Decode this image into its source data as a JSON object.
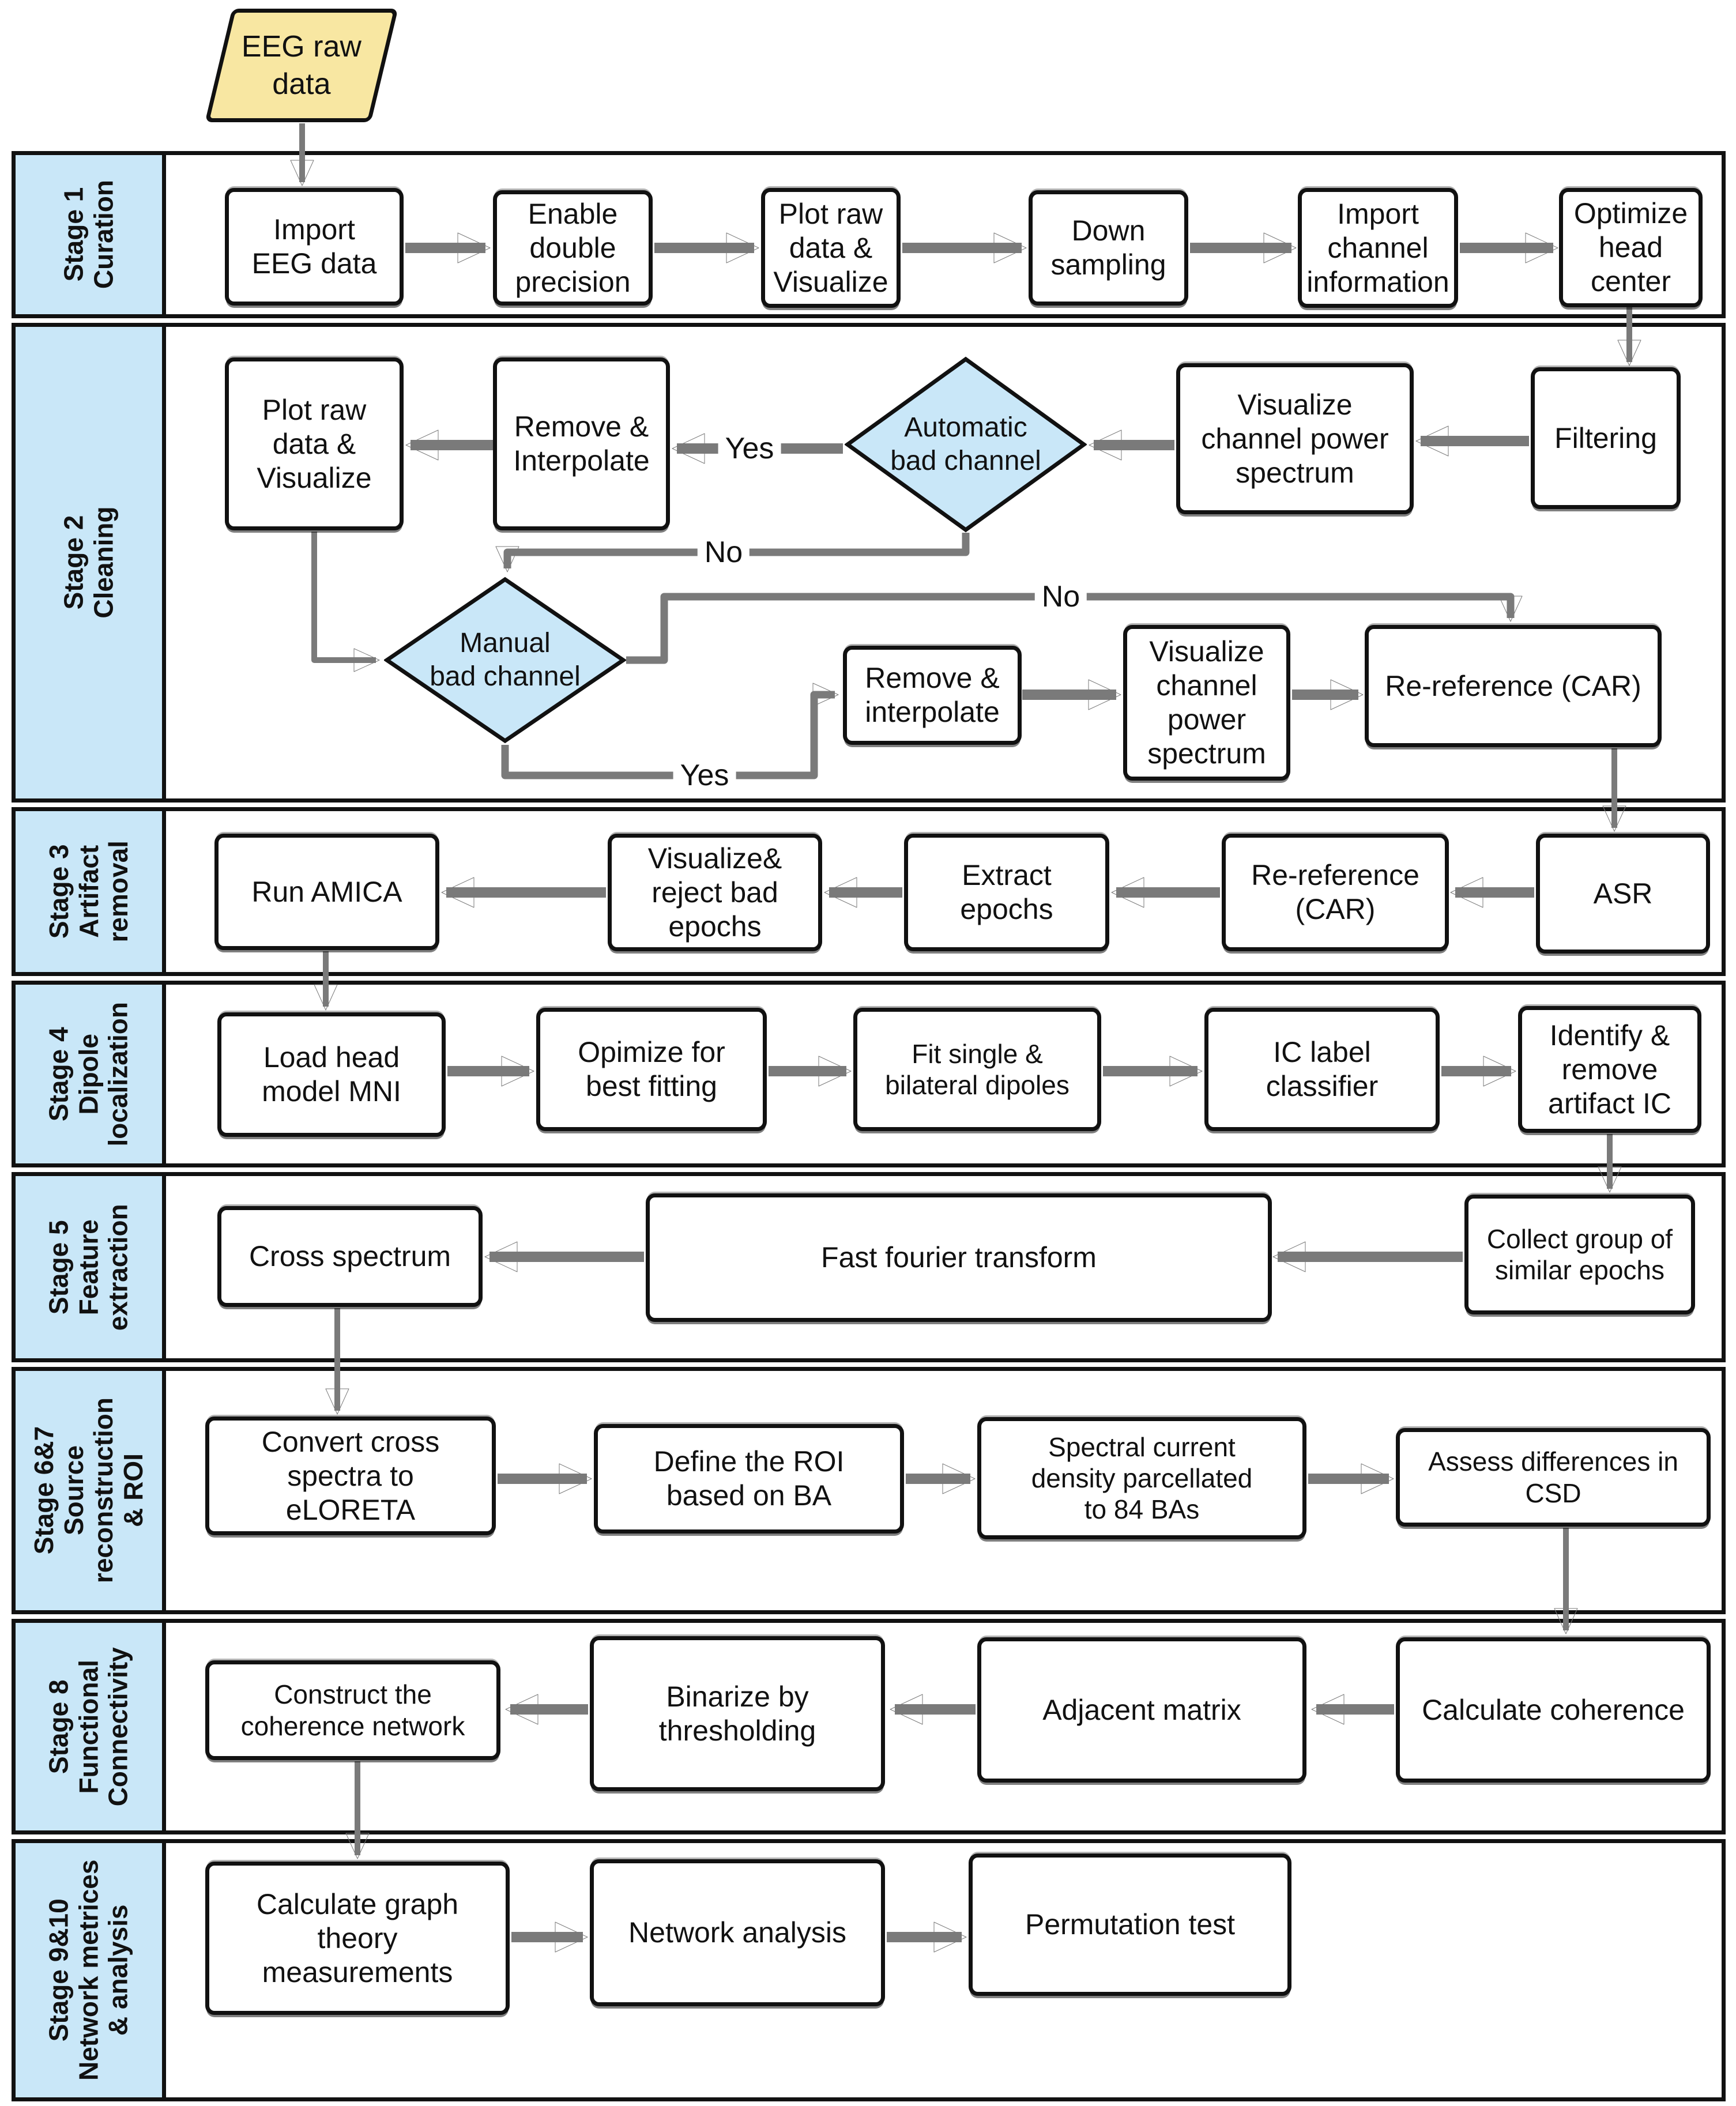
{
  "colors": {
    "stage_label_bg": "#c9e7f8",
    "decision_fill": "#c9e7f8",
    "start_fill": "#f8e7a2",
    "arrow": "#7a7a7a",
    "box_border": "#111111"
  },
  "start_node": {
    "label": "EEG raw\ndata"
  },
  "stage_labels": {
    "s1": "Stage 1\nCuration",
    "s2": "Stage 2\nCleaning",
    "s3": "Stage 3\nArtifact\nremoval",
    "s4": "Stage 4\nDipole\nlocalization",
    "s5": "Stage 5\nFeature\nextraction",
    "s67": "Stage 6&7\nSource\nreconstruction\n& ROI",
    "s8": "Stage 8\nFunctional\nConnectivity",
    "s910": "Stage 9&10\nNetwork metrices\n& analysis"
  },
  "nodes": {
    "import_eeg": "Import\nEEG data",
    "enable_double": "Enable\ndouble\nprecision",
    "plot_raw_1": "Plot raw\ndata &\nVisualize",
    "down_sampling": "Down\nsampling",
    "import_channel": "Import\nchannel\ninformation",
    "optimize_head": "Optimize\nhead\ncenter",
    "plot_raw_2": "Plot raw\ndata &\nVisualize",
    "remove_interpolate_1": "Remove &\nInterpolate",
    "automatic_bad": "Automatic\nbad channel",
    "vis_cps_1": "Visualize\nchannel power\nspectrum",
    "filtering": "Filtering",
    "manual_bad": "Manual\nbad channel",
    "remove_interpolate_2": "Remove &\ninterpolate",
    "vis_cps_2": "Visualize\nchannel\npower\nspectrum",
    "rereference_1": "Re-reference (CAR)",
    "run_amica": "Run AMICA",
    "vis_reject": "Visualize&\nreject bad\nepochs",
    "extract_epochs": "Extract\nepochs",
    "rereference_2": "Re-reference\n(CAR)",
    "asr": "ASR",
    "load_head": "Load head\nmodel MNI",
    "opimize_fitting": "Opimize for\nbest fitting",
    "fit_dipoles": "Fit single &\nbilateral dipoles",
    "ic_label": "IC label\nclassifier",
    "identify_ic": "Identify &\nremove\nartifact IC",
    "cross_spectrum": "Cross spectrum",
    "fft": "Fast fourier transform",
    "collect_group": "Collect  group of\nsimilar epochs",
    "convert_cross": "Convert cross\nspectra to\neLORETA",
    "define_roi": "Define the ROI\nbased on BA",
    "spectral_density": "Spectral current\ndensity parcellated\nto 84 BAs",
    "assess_csd": "Assess differences in\nCSD",
    "construct_network": "Construct the\ncoherence network",
    "binarize": "Binarize by\nthresholding",
    "adjacent_matrix": "Adjacent matrix",
    "calc_coherence": "Calculate coherence",
    "calc_graph": "Calculate graph\ntheory\nmeasurements",
    "network_analysis": "Network analysis",
    "permutation": "Permutation test"
  },
  "edge_labels": {
    "yes_automatic": "Yes",
    "no_automatic": "No",
    "no_manual": "No",
    "yes_manual": "Yes"
  }
}
